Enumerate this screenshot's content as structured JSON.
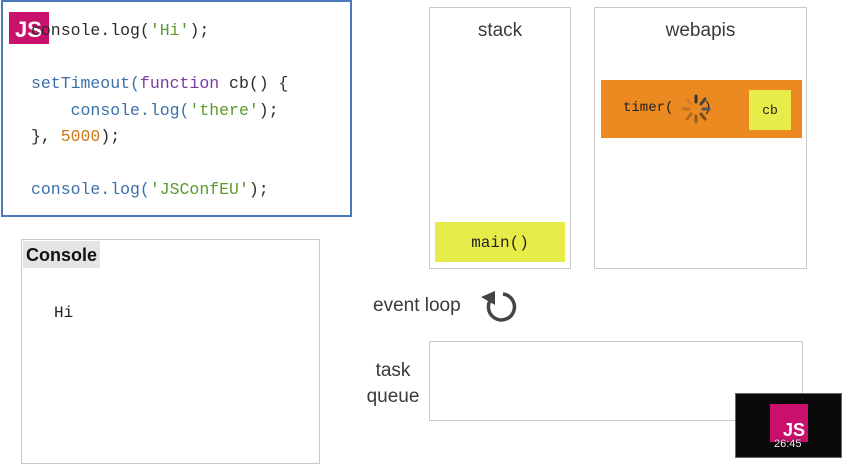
{
  "code_panel": {
    "logo": "JS",
    "lines": [
      [
        {
          "t": "p",
          "v": "console.log("
        },
        {
          "t": "str",
          "v": "'Hi'"
        },
        {
          "t": "p",
          "v": ");"
        }
      ],
      [],
      [
        {
          "t": "fn",
          "v": "setTimeout("
        },
        {
          "t": "kw",
          "v": "function"
        },
        {
          "t": "p",
          "v": " cb() {"
        }
      ],
      [
        {
          "t": "p",
          "v": "    "
        },
        {
          "t": "fn",
          "v": "console.log("
        },
        {
          "t": "str",
          "v": "'there'"
        },
        {
          "t": "p",
          "v": ");"
        }
      ],
      [
        {
          "t": "p",
          "v": "}, "
        },
        {
          "t": "num",
          "v": "5000"
        },
        {
          "t": "p",
          "v": ");"
        }
      ],
      [],
      [
        {
          "t": "fn",
          "v": "console.log("
        },
        {
          "t": "str",
          "v": "'JSConfEU'"
        },
        {
          "t": "p",
          "v": ");"
        }
      ]
    ]
  },
  "stack": {
    "title": "stack",
    "frames": [
      "main()"
    ]
  },
  "webapis": {
    "title": "webapis",
    "timer_label": "timer(",
    "timer_close": ")",
    "callback": "cb"
  },
  "console": {
    "title": "Console",
    "output": [
      "Hi"
    ]
  },
  "event_loop": {
    "label": "event loop",
    "icon": "refresh-cycle-icon"
  },
  "task_queue": {
    "label_line1": "task",
    "label_line2": "queue",
    "items": []
  },
  "video_thumbnail": {
    "logo": "JS",
    "timestamp": "26:45"
  },
  "colors": {
    "js_brand": "#c8106c",
    "frame_yellow": "#e8ec48",
    "timer_orange": "#ec8a22",
    "code_border": "#4a78b8"
  }
}
